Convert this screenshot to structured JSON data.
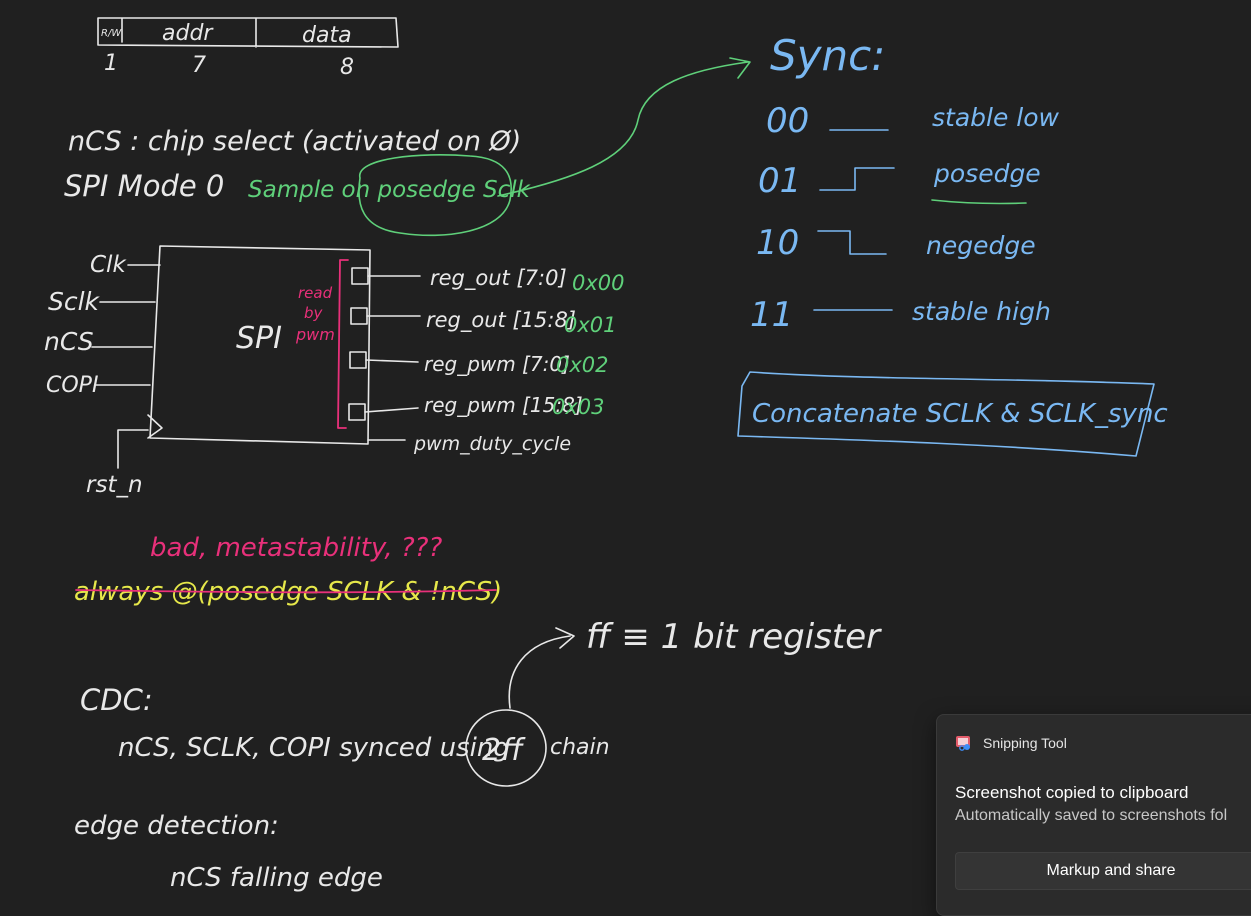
{
  "notes": {
    "packet_fields": [
      "R/W",
      "addr",
      "data"
    ],
    "packet_bits": [
      "1",
      "7",
      "8"
    ],
    "ncs_line": "nCS : chip select (activated on Ø)",
    "spi_mode_prefix": "SPI Mode 0",
    "spi_mode_green": "Sample on posedge Sclk",
    "block_inputs": [
      "Clk",
      "Sclk",
      "nCS",
      "COPI"
    ],
    "rst_label": "rst_n",
    "block_name": "SPI",
    "read_by_pwm": [
      "read",
      "by",
      "pwm"
    ],
    "outputs": [
      {
        "name": "reg_out [7:0]",
        "addr": "0x00"
      },
      {
        "name": "reg_out [15:8]",
        "addr": "0x01"
      },
      {
        "name": "reg_pwm [7:0]",
        "addr": "0x02"
      },
      {
        "name": "reg_pwm [15:8]",
        "addr": "0x03"
      }
    ],
    "pwm_output": "pwm_duty_cycle",
    "sync_title": "Sync:",
    "sync_table": [
      {
        "code": "00",
        "meaning": "stable low"
      },
      {
        "code": "01",
        "meaning": "posedge"
      },
      {
        "code": "10",
        "meaning": "negedge"
      },
      {
        "code": "11",
        "meaning": "stable high"
      }
    ],
    "concat_box": "Concatenate SCLK & SCLK_sync",
    "bad_note": "bad, metastability, ???",
    "always_line": "always @(posedge SCLK & !nCS)",
    "ff_note": "ff ≡ 1 bit register",
    "cdc_title": "CDC:",
    "cdc_line_prefix": "nCS, SCLK, COPI synced using",
    "cdc_circled": "2ff",
    "cdc_line_suffix": "chain",
    "edge_title": "edge detection:",
    "edge_line": "nCS falling edge"
  },
  "toast": {
    "app_name": "Snipping Tool",
    "title": "Screenshot copied to clipboard",
    "subtitle": "Automatically saved to screenshots fol",
    "button_label": "Markup and share"
  },
  "colors": {
    "background": "#202020",
    "ink_white": "#e8e8e8",
    "ink_green": "#5fd07a",
    "ink_blue": "#7ab8f2",
    "ink_pink": "#e8307a",
    "ink_yellow": "#e6e84a"
  }
}
